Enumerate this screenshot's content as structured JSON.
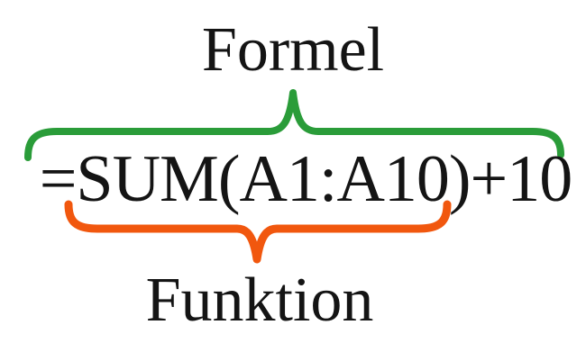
{
  "diagram": {
    "background_color": "#ffffff",
    "text_color": "#141414",
    "top_label": {
      "text": "Formel"
    },
    "formula": {
      "text": "=SUM(A1:A10)+10"
    },
    "bottom_label": {
      "text": "Funktion"
    },
    "braces": {
      "formula_brace": {
        "color": "#2a9c39",
        "direction": "up",
        "points_to": "Formel",
        "spans": "=SUM(A1:A10)+10"
      },
      "function_brace": {
        "color": "#f1570e",
        "direction": "down",
        "points_to": "Funktion",
        "spans": "SUM(A1:A10)"
      }
    }
  }
}
